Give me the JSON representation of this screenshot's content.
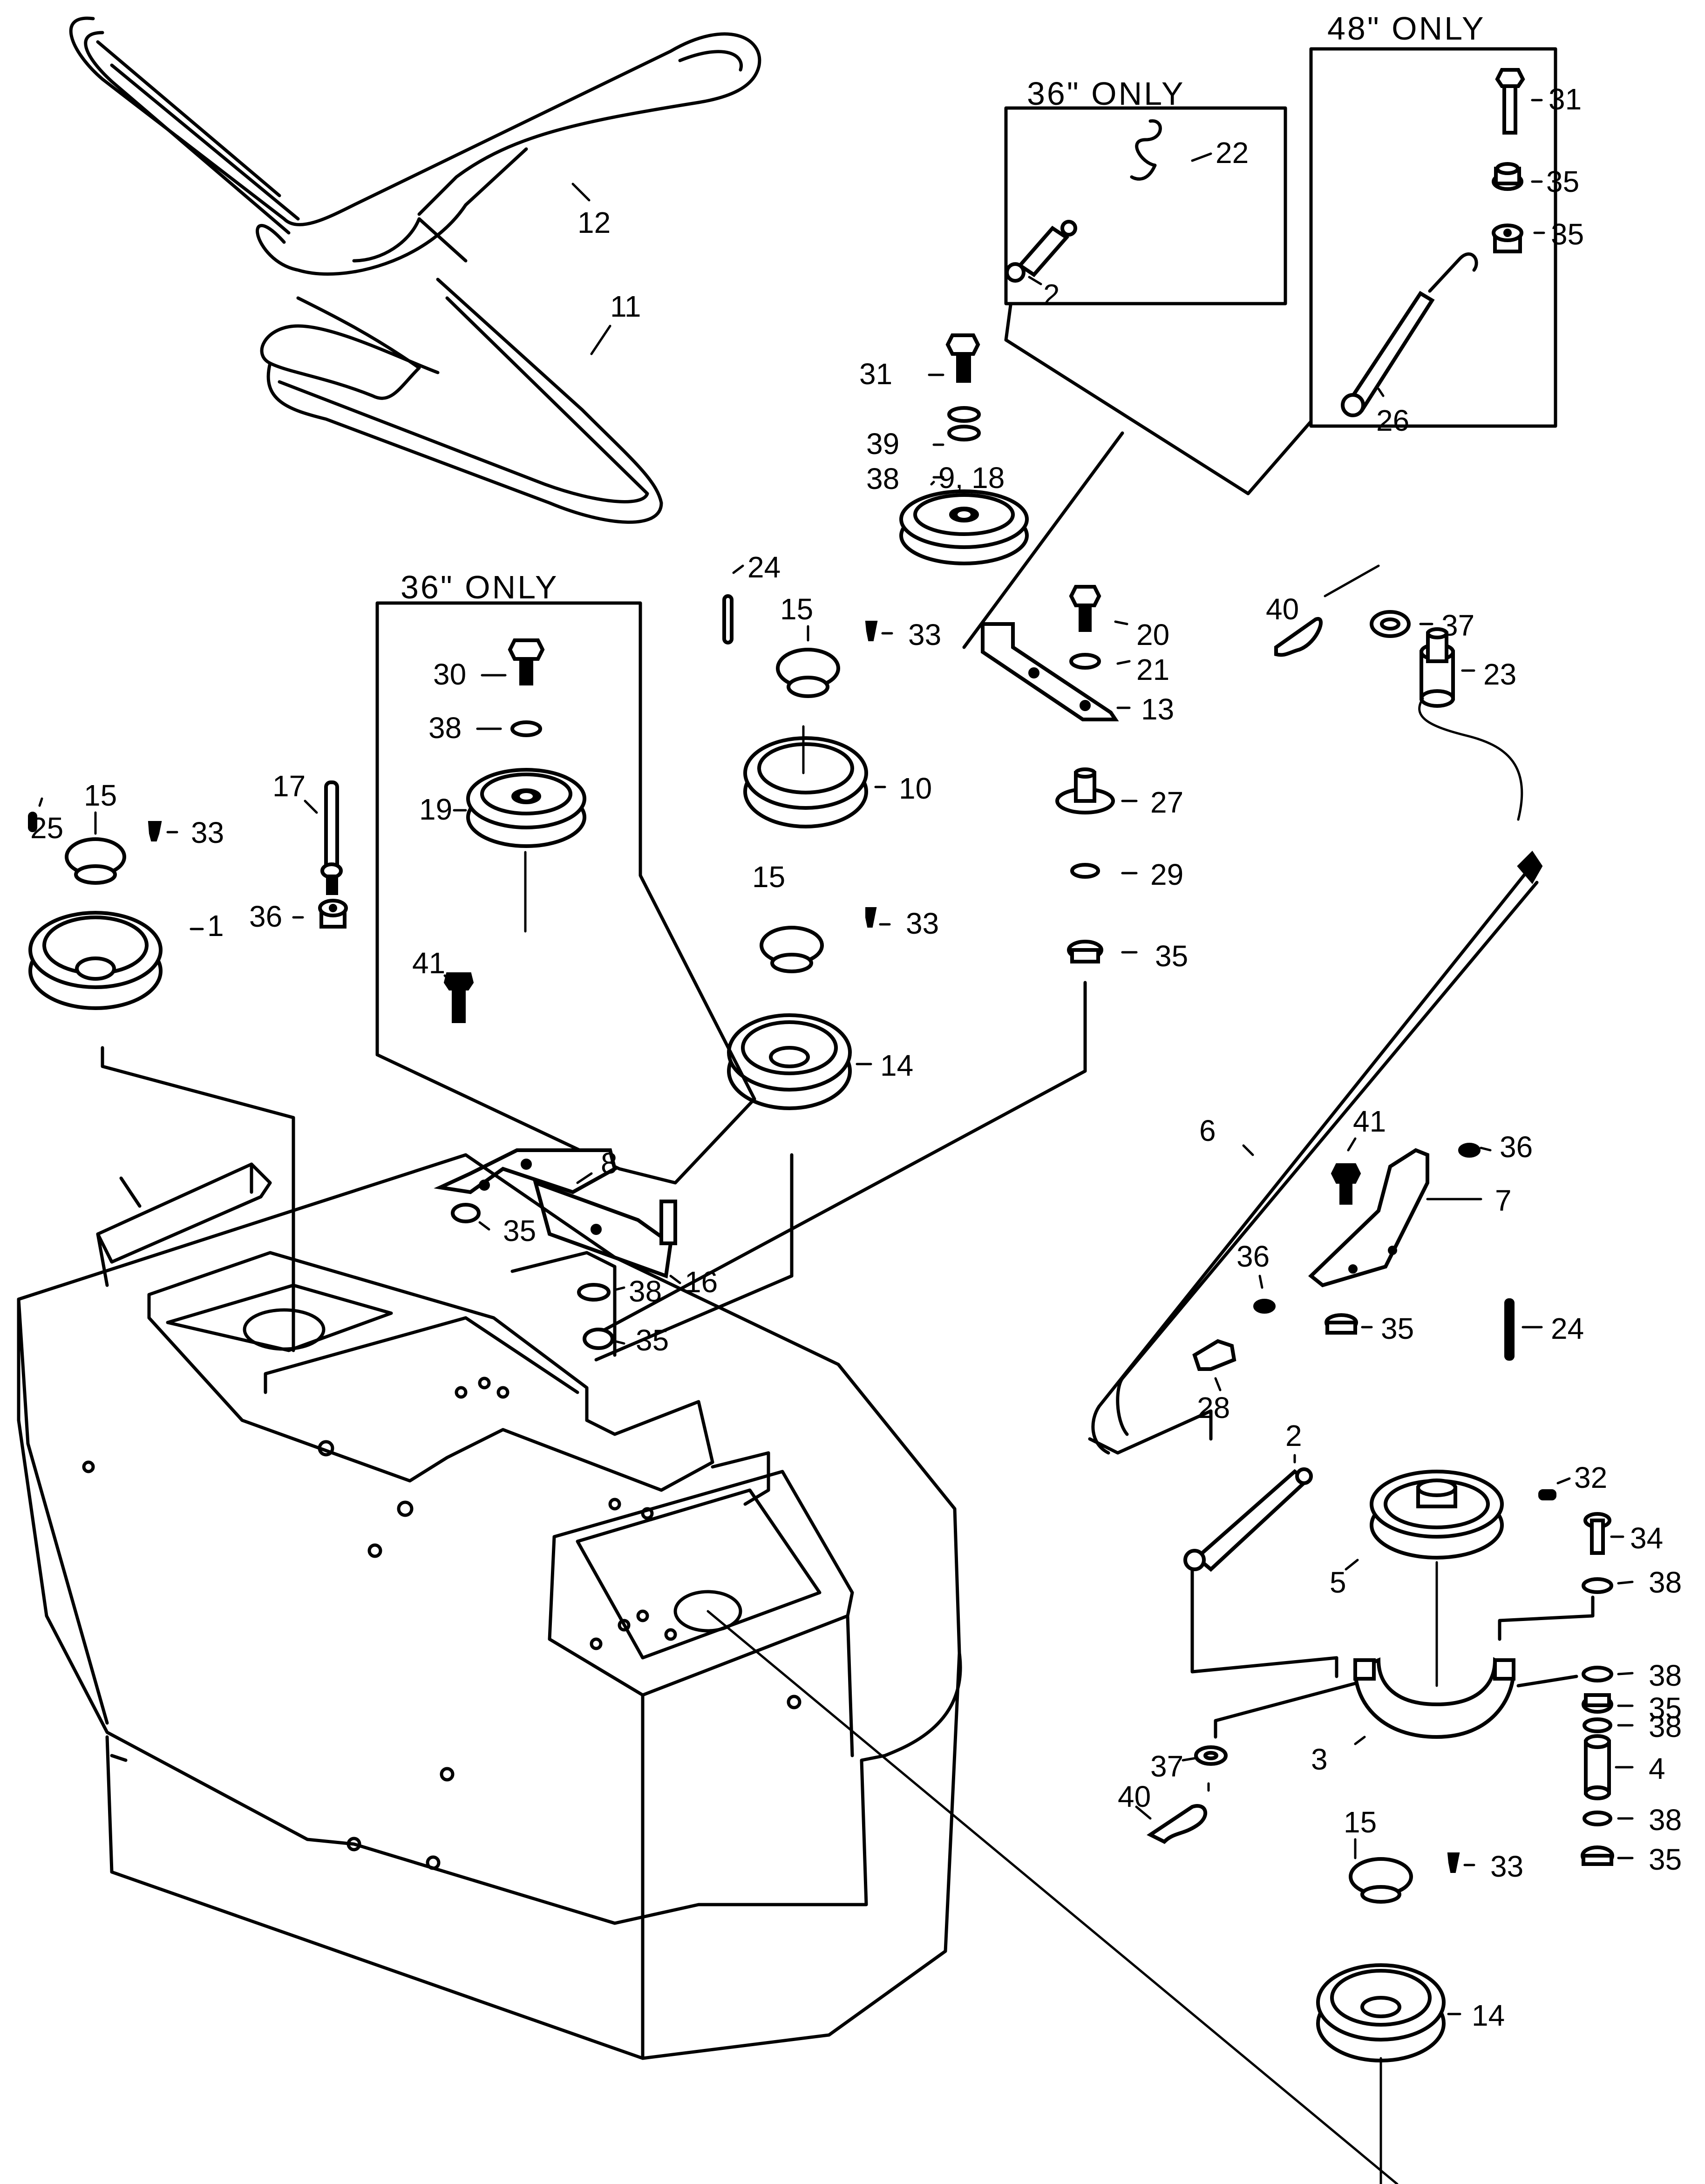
{
  "diagram": {
    "title": "Mower deck drive — belts, pulleys, idler & tension assembly (exploded view)",
    "option_boxes": [
      {
        "id": "box-36-top",
        "label": "36\" ONLY",
        "parts": [
          "22",
          "2"
        ]
      },
      {
        "id": "box-48-top",
        "label": "48\" ONLY",
        "parts": [
          "31",
          "35",
          "35",
          "26"
        ]
      },
      {
        "id": "box-36-left",
        "label": "36\" ONLY",
        "parts": [
          "30",
          "38",
          "19",
          "41",
          "8",
          "16",
          "35",
          "38",
          "35"
        ]
      }
    ],
    "callouts": [
      {
        "num": "12",
        "part": "belt-upper"
      },
      {
        "num": "11",
        "part": "belt-lower"
      },
      {
        "num": "22",
        "part": "s-hook"
      },
      {
        "num": "2",
        "part": "spring-36"
      },
      {
        "num": "31",
        "part": "bolt-48"
      },
      {
        "num": "35",
        "part": "flange-nut-48a"
      },
      {
        "num": "35",
        "part": "flange-nut-48b"
      },
      {
        "num": "26",
        "part": "spring-48"
      },
      {
        "num": "31",
        "part": "bolt-idler"
      },
      {
        "num": "39",
        "part": "washer-idler-top"
      },
      {
        "num": "38",
        "part": "washer-idler"
      },
      {
        "num": "9, 18",
        "part": "idler-pulley"
      },
      {
        "num": "24",
        "part": "key-center"
      },
      {
        "num": "15",
        "part": "hub-center-top"
      },
      {
        "num": "33",
        "part": "screw-center-top"
      },
      {
        "num": "10",
        "part": "pulley-center-double"
      },
      {
        "num": "15",
        "part": "hub-center-bottom"
      },
      {
        "num": "33",
        "part": "screw-center-bottom"
      },
      {
        "num": "14",
        "part": "pulley-center"
      },
      {
        "num": "20",
        "part": "bolt-arm"
      },
      {
        "num": "21",
        "part": "washer-arm"
      },
      {
        "num": "13",
        "part": "idler-arm"
      },
      {
        "num": "27",
        "part": "bushing-arm"
      },
      {
        "num": "29",
        "part": "washer-bushing"
      },
      {
        "num": "35",
        "part": "nut-arm"
      },
      {
        "num": "40",
        "part": "hairpin-top"
      },
      {
        "num": "37",
        "part": "washer-top-right"
      },
      {
        "num": "23",
        "part": "swivel-top"
      },
      {
        "num": "30",
        "part": "bolt-36-idler"
      },
      {
        "num": "38",
        "part": "washer-36-idler"
      },
      {
        "num": "19",
        "part": "pulley-36-idler"
      },
      {
        "num": "41",
        "part": "bolt-bracket-36"
      },
      {
        "num": "8",
        "part": "bracket-36"
      },
      {
        "num": "16",
        "part": "bracket-plate-36"
      },
      {
        "num": "35",
        "part": "nut-bracket-36a"
      },
      {
        "num": "38",
        "part": "washer-bracket-36"
      },
      {
        "num": "35",
        "part": "nut-bracket-36b"
      },
      {
        "num": "25",
        "part": "key-left"
      },
      {
        "num": "15",
        "part": "hub-left"
      },
      {
        "num": "33",
        "part": "screw-left"
      },
      {
        "num": "1",
        "part": "pulley-left"
      },
      {
        "num": "17",
        "part": "stud"
      },
      {
        "num": "36",
        "part": "nut-stud"
      },
      {
        "num": "6",
        "part": "adjust-rod"
      },
      {
        "num": "41",
        "part": "bolt-bracket-right"
      },
      {
        "num": "36",
        "part": "nut-bracket-right"
      },
      {
        "num": "7",
        "part": "bracket-right"
      },
      {
        "num": "36",
        "part": "nut-rod"
      },
      {
        "num": "28",
        "part": "rod-clip"
      },
      {
        "num": "35",
        "part": "nut-bracket-right-b"
      },
      {
        "num": "24",
        "part": "key-right"
      },
      {
        "num": "2",
        "part": "spring-right"
      },
      {
        "num": "32",
        "part": "set-screw"
      },
      {
        "num": "5",
        "part": "pulley-right-tension"
      },
      {
        "num": "34",
        "part": "pin-right"
      },
      {
        "num": "38",
        "part": "washer-right-a"
      },
      {
        "num": "38",
        "part": "washer-right-b"
      },
      {
        "num": "35",
        "part": "nut-right-a"
      },
      {
        "num": "38",
        "part": "washer-right-c"
      },
      {
        "num": "3",
        "part": "idler-bracket-right"
      },
      {
        "num": "37",
        "part": "washer-bottom-left"
      },
      {
        "num": "4",
        "part": "spacer"
      },
      {
        "num": "40",
        "part": "hairpin-bottom"
      },
      {
        "num": "38",
        "part": "washer-right-d"
      },
      {
        "num": "15",
        "part": "hub-right"
      },
      {
        "num": "33",
        "part": "screw-right"
      },
      {
        "num": "35",
        "part": "nut-right-b"
      },
      {
        "num": "14",
        "part": "pulley-right"
      }
    ]
  }
}
